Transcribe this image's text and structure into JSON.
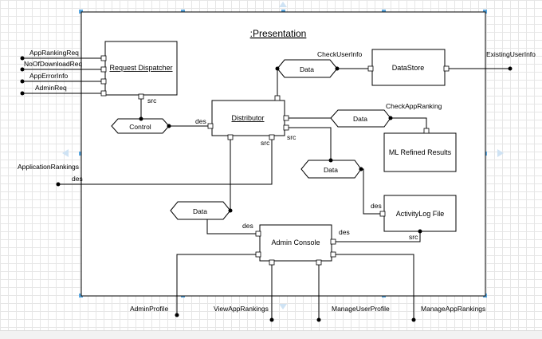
{
  "diagram": {
    "container_title": ":Presentation",
    "components": {
      "request_dispatcher": "Request Dispatcher",
      "distributor": "Distributor",
      "datastore": "DataStore",
      "ml_results": "ML Refined Results",
      "activity_log": "ActivityLog File",
      "admin_console": "Admin Console"
    },
    "connectors": {
      "control": "Control",
      "data_top": "Data",
      "data_mid": "Data",
      "data_right": "Data",
      "data_left": "Data"
    },
    "labels": {
      "app_ranking_req": "AppRankingReq",
      "no_of_download_req": "NoOfDownloadReq",
      "app_error_info": "AppErrorInfo",
      "admin_req": "AdminReq",
      "check_user_info": "CheckUserInfo",
      "existing_user_info": "ExistingUserInfo",
      "check_app_ranking": "CheckAppRanking",
      "application_rankings": "ApplicationRankings",
      "src_dispatcher": "src",
      "des_distributor": "des",
      "src_distributor_a": "src",
      "src_distributor_b": "src",
      "des_app_rankings": "des",
      "des_activity": "des",
      "src_activity": "src",
      "des_admin_left": "des",
      "des_admin_right": "des",
      "admin_profile": "AdminProfile",
      "view_app_rankings": "ViewAppRankings",
      "manage_user_profile": "ManageUserProfile",
      "manage_app_rankings": "ManageAppRankings"
    }
  }
}
